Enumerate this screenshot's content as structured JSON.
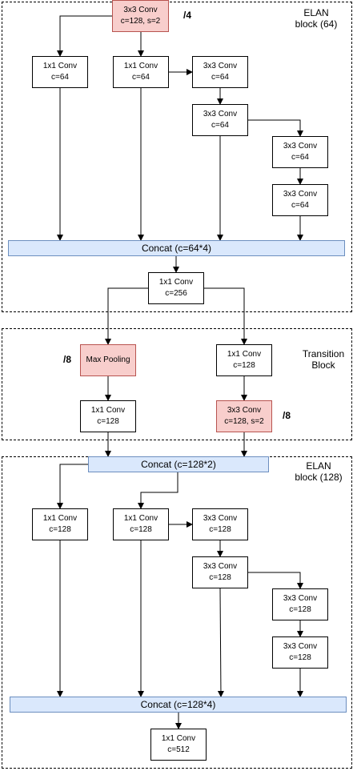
{
  "elan1": {
    "title_line1": "ELAN",
    "title_line2": "block (64)",
    "stem_conv": {
      "line1": "3x3 Conv",
      "line2": "c=128, s=2"
    },
    "stem_scale": "/4",
    "conv_a": {
      "line1": "1x1 Conv",
      "line2": "c=64"
    },
    "conv_b": {
      "line1": "1x1 Conv",
      "line2": "c=64"
    },
    "conv_c": {
      "line1": "3x3 Conv",
      "line2": "c=64"
    },
    "conv_d": {
      "line1": "3x3 Conv",
      "line2": "c=64"
    },
    "conv_e": {
      "line1": "3x3 Conv",
      "line2": "c=64"
    },
    "conv_f": {
      "line1": "3x3 Conv",
      "line2": "c=64"
    },
    "concat": "Concat (c=64*4)",
    "out_conv": {
      "line1": "1x1 Conv",
      "line2": "c=256"
    }
  },
  "transition": {
    "title_line1": "Transition",
    "title_line2": "Block",
    "maxpool_scale": "/8",
    "maxpool": "Max Pooling",
    "conv_right": {
      "line1": "1x1 Conv",
      "line2": "c=128"
    },
    "conv_left": {
      "line1": "1x1 Conv",
      "line2": "c=128"
    },
    "conv_stride": {
      "line1": "3x3 Conv",
      "line2": "c=128, s=2"
    },
    "stride_scale": "/8"
  },
  "elan2": {
    "title_line1": "ELAN",
    "title_line2": "block (128)",
    "concat_in": "Concat (c=128*2)",
    "conv_a": {
      "line1": "1x1 Conv",
      "line2": "c=128"
    },
    "conv_b": {
      "line1": "1x1 Conv",
      "line2": "c=128"
    },
    "conv_c": {
      "line1": "3x3 Conv",
      "line2": "c=128"
    },
    "conv_d": {
      "line1": "3x3 Conv",
      "line2": "c=128"
    },
    "conv_e": {
      "line1": "3x3 Conv",
      "line2": "c=128"
    },
    "conv_f": {
      "line1": "3x3 Conv",
      "line2": "c=128"
    },
    "concat": "Concat (c=128*4)",
    "out_conv": {
      "line1": "1x1 Conv",
      "line2": "c=512"
    }
  }
}
